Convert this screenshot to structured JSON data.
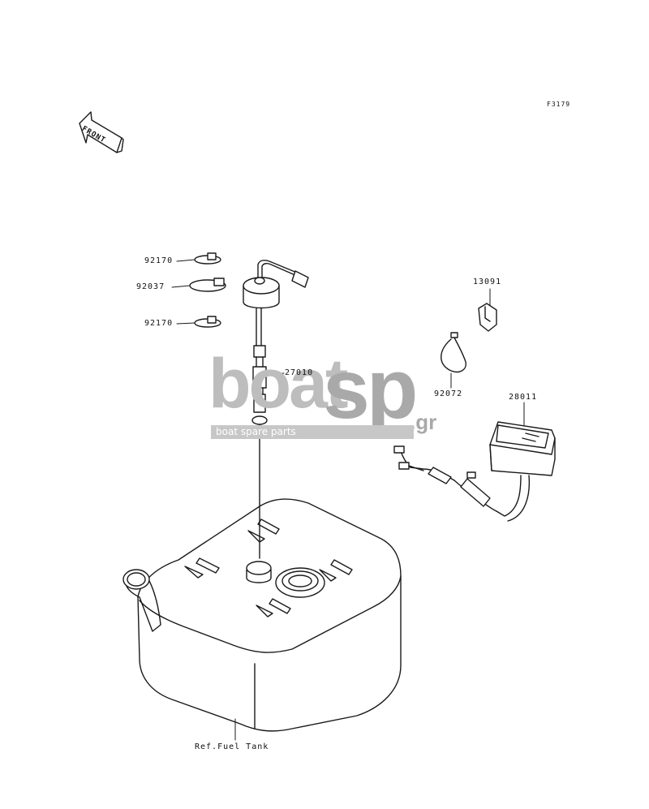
{
  "figure_code": "F3179",
  "front_arrow_text": "FRONT",
  "parts": [
    {
      "number": "92170"
    },
    {
      "number": "92037"
    },
    {
      "number": "92170"
    },
    {
      "number": "27010"
    },
    {
      "number": "13091"
    },
    {
      "number": "92072"
    },
    {
      "number": "28011"
    }
  ],
  "reference_label": "Ref.Fuel Tank",
  "watermark": {
    "brand_left": "boat",
    "brand_right": "sp",
    "suffix": ".gr",
    "tagline": "boat spare parts",
    "gray_color": "#bdbdbd"
  }
}
